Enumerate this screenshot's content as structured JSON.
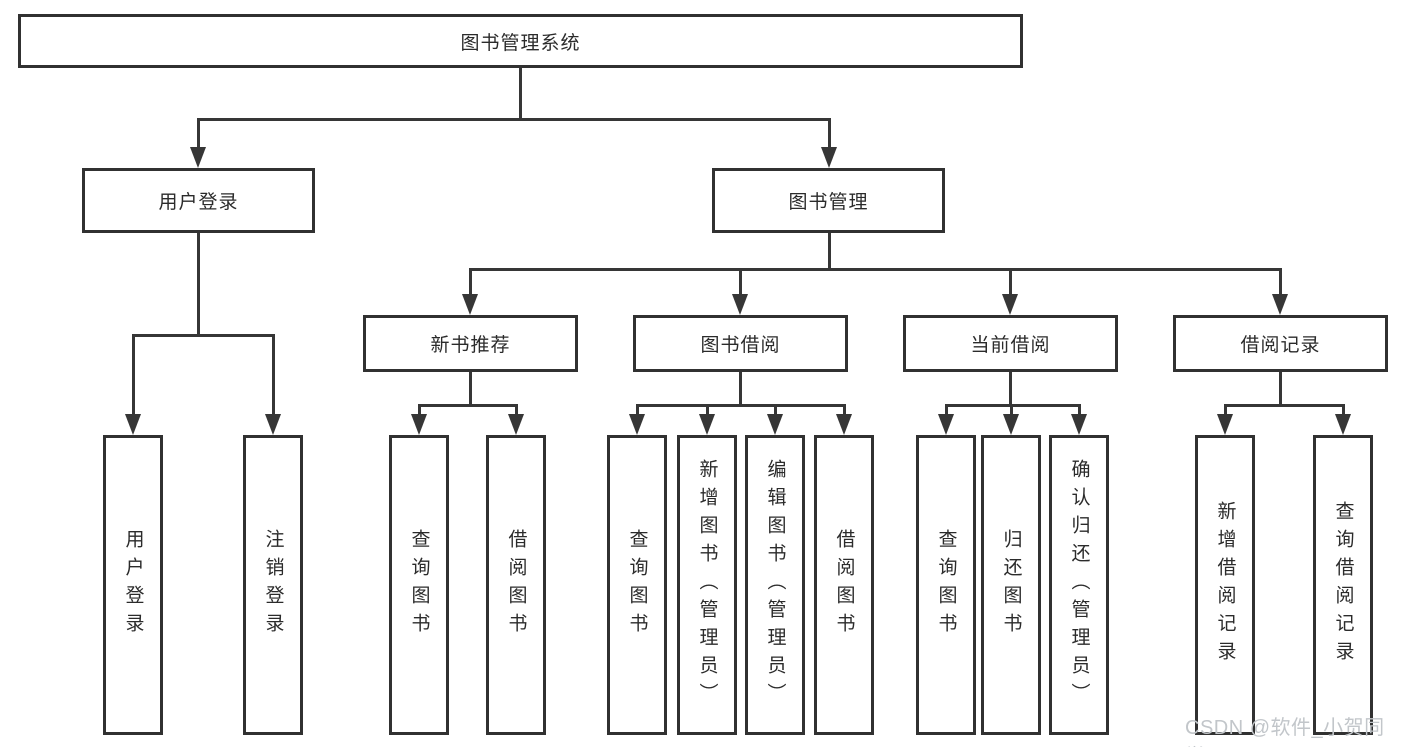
{
  "diagram": {
    "type": "hierarchy",
    "root": {
      "label": "图书管理系统"
    },
    "level2": [
      {
        "label": "用户登录"
      },
      {
        "label": "图书管理"
      }
    ],
    "level3": [
      {
        "label": "新书推荐",
        "parent": "图书管理"
      },
      {
        "label": "图书借阅",
        "parent": "图书管理"
      },
      {
        "label": "当前借阅",
        "parent": "图书管理"
      },
      {
        "label": "借阅记录",
        "parent": "图书管理"
      }
    ],
    "leaves": [
      {
        "label": "用户登录",
        "parent": "用户登录"
      },
      {
        "label": "注销登录",
        "parent": "用户登录"
      },
      {
        "label": "查询图书",
        "parent": "新书推荐"
      },
      {
        "label": "借阅图书",
        "parent": "新书推荐"
      },
      {
        "label": "查询图书",
        "parent": "图书借阅"
      },
      {
        "label": "新增图书（管理员）",
        "parent": "图书借阅"
      },
      {
        "label": "编辑图书（管理员）",
        "parent": "图书借阅"
      },
      {
        "label": "借阅图书",
        "parent": "图书借阅"
      },
      {
        "label": "查询图书",
        "parent": "当前借阅"
      },
      {
        "label": "归还图书",
        "parent": "当前借阅"
      },
      {
        "label": "确认归还（管理员）",
        "parent": "当前借阅"
      },
      {
        "label": "新增借阅记录",
        "parent": "借阅记录"
      },
      {
        "label": "查询借阅记录",
        "parent": "借阅记录"
      }
    ]
  },
  "watermark": {
    "text": "CSDN @软件_小贺同学"
  },
  "colors": {
    "line": "#363636",
    "box_border": "#313131",
    "text": "#2b2b2b",
    "watermark": "#c2c6ca",
    "background": "#ffffff"
  }
}
